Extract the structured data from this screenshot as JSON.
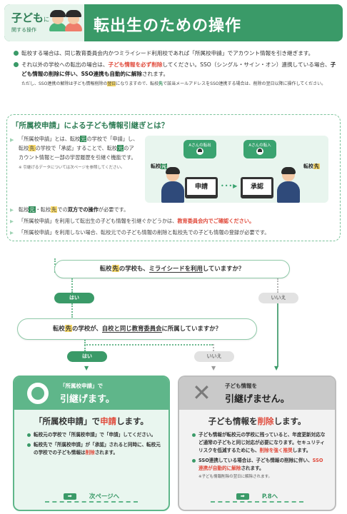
{
  "header": {
    "tag_big": "子ども",
    "tag_ni": "に",
    "tag_small": "関する操作",
    "title": "転出生のための操作",
    "colors": {
      "accent": "#3a9a68",
      "alert": "#e0493a"
    }
  },
  "intro": {
    "b1": "転校する場合は、同じ教育委員会内かつミライシード利用校であれば「所属校申請」でアカウント情報を引き継ぎます。",
    "b2_pre": "それ以外の学校への転出の場合は、",
    "b2_red": "子ども情報を必ず削除",
    "b2_mid": "してください。SSO（シングル・サイン・オン）連携している場合、",
    "b2_bold1": "子ども情報の削除に伴い、SSO連携も自動的に解除",
    "b2_end": "されます。",
    "note_1": "ただし、SSO連携の解除は子ども情報削除の",
    "note_hl": "翌日",
    "note_2": "になりますので、転校",
    "note_g": "先",
    "note_3": "で該当メールアドレスをSSO連携する場合は、削除の翌日以降に操作してください。"
  },
  "box": {
    "title": "「所属校申請」による子ども情報引継ぎとは？",
    "desc_1": "「所属校申請」とは、転校",
    "desc_moto": "元",
    "desc_2": "の学校で「申請」し、転校",
    "desc_saki": "先",
    "desc_3": "の学校で「承認」することで、転校",
    "desc_moto2": "元",
    "desc_4": "のアカウント情報と一部の学習履歴を引継ぐ機能です。",
    "desc_small": "※ 引継げるデータについては次ページを参照してください。",
    "bubble_left": "Aさんの転出",
    "bubble_right": "Aさんの転入",
    "school_left_a": "転校",
    "school_left_b": "元",
    "school_right_a": "転校",
    "school_right_b": "先",
    "btn_apply": "申請",
    "btn_approve": "承認",
    "bul1_a": "転校",
    "bul1_b": "元",
    "bul1_c": "・転校",
    "bul1_d": "先",
    "bul1_e": "での",
    "bul1_f": "双方での操作",
    "bul1_g": "が必要です。",
    "bul2_a": "「所属校申請」を利用して転出生の子ども情報を引継ぐかどうかは、",
    "bul2_red": "教育委員会内でご確認ください。",
    "bul3": "「所属校申請」を利用しない場合、転校元での子ども情報の削除と転校先での子ども情報の登録が必要です。"
  },
  "flow": {
    "q1_a": "転校",
    "q1_b": "先",
    "q1_c": "の学校も、",
    "q1_u": "ミライシードを利用",
    "q1_d": "していますか？",
    "yes": "はい",
    "no": "いいえ",
    "q2_a": "転校",
    "q2_b": "先",
    "q2_c": "の学校が、",
    "q2_u": "自校と同じ教育委員会",
    "q2_d": "に所属していますか？"
  },
  "card_ok": {
    "sub": "「所属校申請」で",
    "main": "引継げます。",
    "head_a": "「所属校申請」で",
    "head_b": "申請",
    "head_c": "します。",
    "li1": "転校元の学校で「所属校申請」で「申請」してください。",
    "li2_a": "転校先で「所属校申請」が「承認」されると同時に、転校元の学校での子ども情報は",
    "li2_red": "削除",
    "li2_b": "されます。",
    "next": "次ページへ"
  },
  "card_ng": {
    "sub": "子ども情報を",
    "main": "引継げません。",
    "head_a": "子ども情報を",
    "head_red": "削除",
    "head_b": "します。",
    "li1_a": "子ども情報が転校元の学校に残っていると、年度更新対応など通常の子どもと同じ対応が必要になります。セキュリティリスクを低減するためにも、",
    "li1_red": "削除を強く推奨",
    "li1_b": "します。",
    "li2_a": "SSO連携している場合は、子ども情報の削除に伴い、",
    "li2_red": "SSO連携が自動的に解除",
    "li2_b": "されます。",
    "li2_small": "※子ども情報削除の翌日に解除されます。",
    "next": "P.8へ"
  }
}
